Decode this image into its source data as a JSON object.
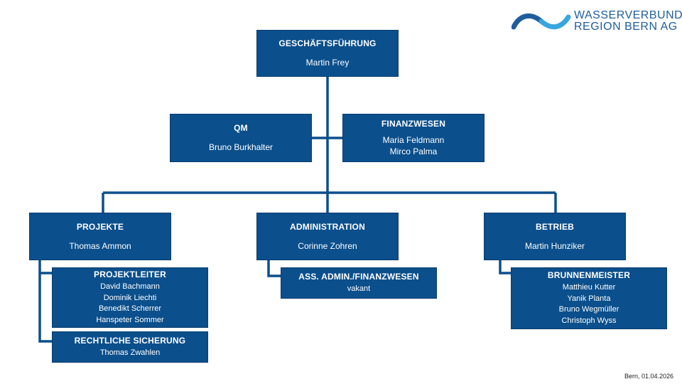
{
  "logo": {
    "line1": "WASSERVERBUND",
    "line2": "REGION BERN AG",
    "colors": [
      "#1f5d9c",
      "#37a6de"
    ]
  },
  "footer": {
    "date": "Bern, 01.04.2026"
  },
  "colors": {
    "box": "#0b4f8c",
    "line": "#0b4f8c",
    "text": "#ffffff"
  },
  "org": {
    "gf": {
      "title": "GESCHÄFTSFÜHRUNG",
      "people": [
        "Martin Frey"
      ]
    },
    "qm": {
      "title": "QM",
      "people": [
        "Bruno Burkhalter"
      ]
    },
    "fin": {
      "title": "FINANZWESEN",
      "people": [
        "Maria Feldmann",
        "Mirco Palma"
      ]
    },
    "proj": {
      "title": "PROJEKTE",
      "people": [
        "Thomas Ammon"
      ]
    },
    "adm": {
      "title": "ADMINISTRATION",
      "people": [
        "Corinne Zohren"
      ]
    },
    "betr": {
      "title": "BETRIEB",
      "people": [
        "Martin Hunziker"
      ]
    },
    "pl": {
      "title": "PROJEKTLEITER",
      "people": [
        "David Bachmann",
        "Dominik Liechti",
        "Benedikt Scherrer",
        "Hanspeter Sommer"
      ]
    },
    "rs": {
      "title": "RECHTLICHE SICHERUNG",
      "people": [
        "Thomas Zwahlen"
      ]
    },
    "ass": {
      "title": "ASS. ADMIN./FINANZWESEN",
      "people": [
        "vakant"
      ]
    },
    "bm": {
      "title": "BRUNNENMEISTER",
      "people": [
        "Matthieu Kutter",
        "Yanik Planta",
        "Bruno Wegmüller",
        "Christoph Wyss"
      ]
    }
  }
}
